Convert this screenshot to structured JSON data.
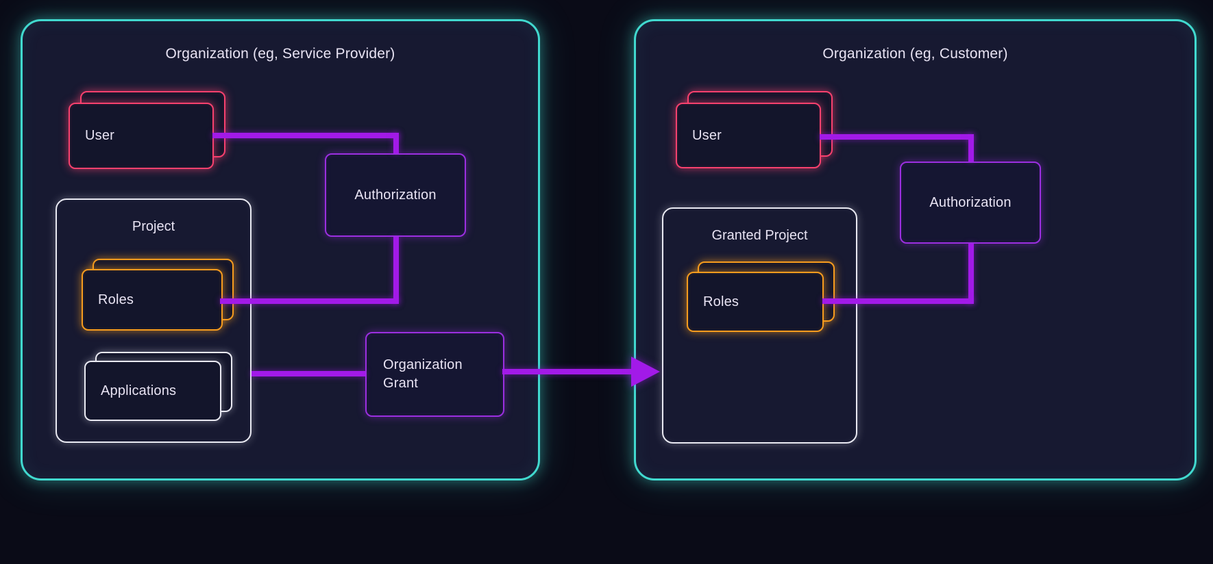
{
  "service_provider_org": {
    "title": "Organization (eg, Service Provider)",
    "user": "User",
    "authorization": "Authorization",
    "project": {
      "title": "Project",
      "roles": "Roles",
      "applications": "Applications"
    },
    "organization_grant": "Organization Grant"
  },
  "customer_org": {
    "title": "Organization (eg, Customer)",
    "user": "User",
    "authorization": "Authorization",
    "granted_project": {
      "title": "Granted Project",
      "roles": "Roles"
    }
  },
  "colors": {
    "background": "#0a0b17",
    "organization_fill": "#171931",
    "organization_border_cyan": "#41d9cf",
    "user_border_pink": "#f8416e",
    "roles_border_orange": "#f79c1e",
    "neutral_border_white": "#e9e9f2",
    "connector_purple": "#a21ae8",
    "text": "#e8e3f3"
  }
}
